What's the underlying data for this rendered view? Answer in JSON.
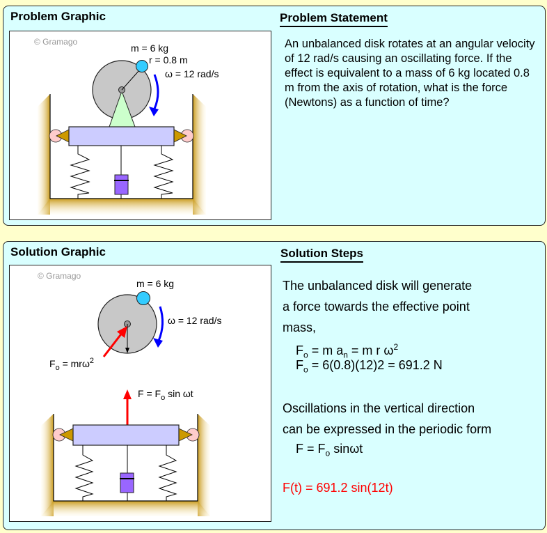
{
  "problem": {
    "graphic_title": "Problem Graphic",
    "statement_title": "Problem Statement",
    "statement_text": "An unbalanced disk rotates at an angular velocity of 12 rad/s causing an oscillating force. If the effect is equivalent to a mass of 6 kg located 0.8 m from the axis of rotation, what is the force (Newtons) as a function of time?",
    "copyright": "© Gramago",
    "label_mass": "m = 6 kg",
    "label_radius": "r = 0.8 m",
    "label_omega": "ω = 12 rad/s"
  },
  "solution": {
    "graphic_title": "Solution Graphic",
    "steps_title": "Solution Steps",
    "copyright": "© Gramago",
    "label_mass": "m = 6 kg",
    "label_omega": "ω = 12 rad/s",
    "label_fo_main": "F",
    "label_fo_sub": "o",
    "label_fo_rest": " = mrω",
    "label_fo_sup": "2",
    "label_force_pre": "F = F",
    "label_force_sub": "o",
    "label_force_post": " sin ωt",
    "step_lines": [
      "The unbalanced disk will generate",
      "a force towards the effective point",
      "mass,"
    ],
    "eq1": {
      "a": "F",
      "a_sub": "o",
      "b": " = m a",
      "b_sub": "n",
      "c": " = m r ω",
      "c_sup": "2"
    },
    "eq2": {
      "a": "F",
      "a_sub": "o",
      "b": " = 6(0.8)(12)2 = 691.2 N"
    },
    "osc_lines": [
      "Oscillations in the vertical direction",
      "can be expressed in the periodic form"
    ],
    "eq3": {
      "a": "F = F",
      "a_sub": "o",
      "b": " sinωt"
    },
    "answer": "F(t) = 691.2 sin(12t)"
  },
  "colors": {
    "background": "#ffffcc",
    "panel": "#d9ffff",
    "answer": "#ff0000",
    "rotation_arrow": "#0000ff",
    "point_mass": "#33ccff",
    "platform": "#ccccff",
    "damper": "#9966ff",
    "wall": "#cc9900"
  }
}
